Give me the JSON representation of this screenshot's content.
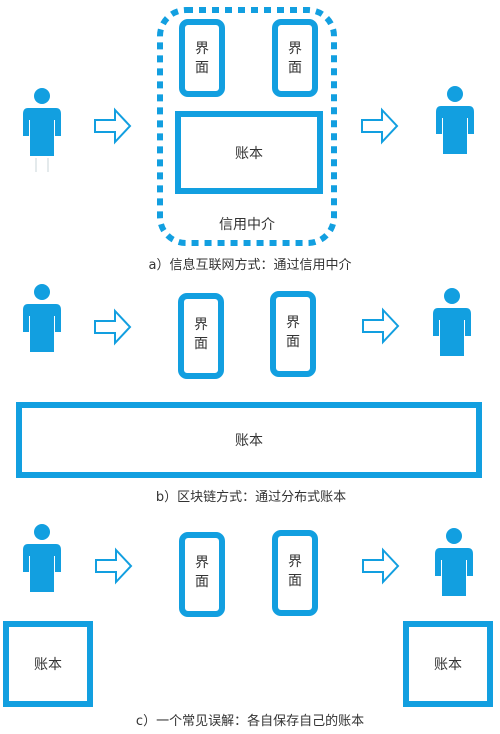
{
  "colors": {
    "accent": "#129fe0",
    "text": "#333333",
    "background": "#ffffff"
  },
  "icons": [
    "person-icon",
    "arrow-right-icon"
  ],
  "panel_a": {
    "interface_left": "界\n面",
    "interface_right": "界\n面",
    "ledger": "账本",
    "intermediary": "信用中介",
    "caption": "a）信息互联网方式：通过信用中介"
  },
  "panel_b": {
    "interface_left": "界\n面",
    "interface_right": "界\n面",
    "ledger": "账本",
    "caption": "b）区块链方式：通过分布式账本"
  },
  "panel_c": {
    "interface_left": "界\n面",
    "interface_right": "界\n面",
    "ledger_left": "账本",
    "ledger_right": "账本",
    "caption": "c）一个常见误解：各自保存自己的账本"
  }
}
